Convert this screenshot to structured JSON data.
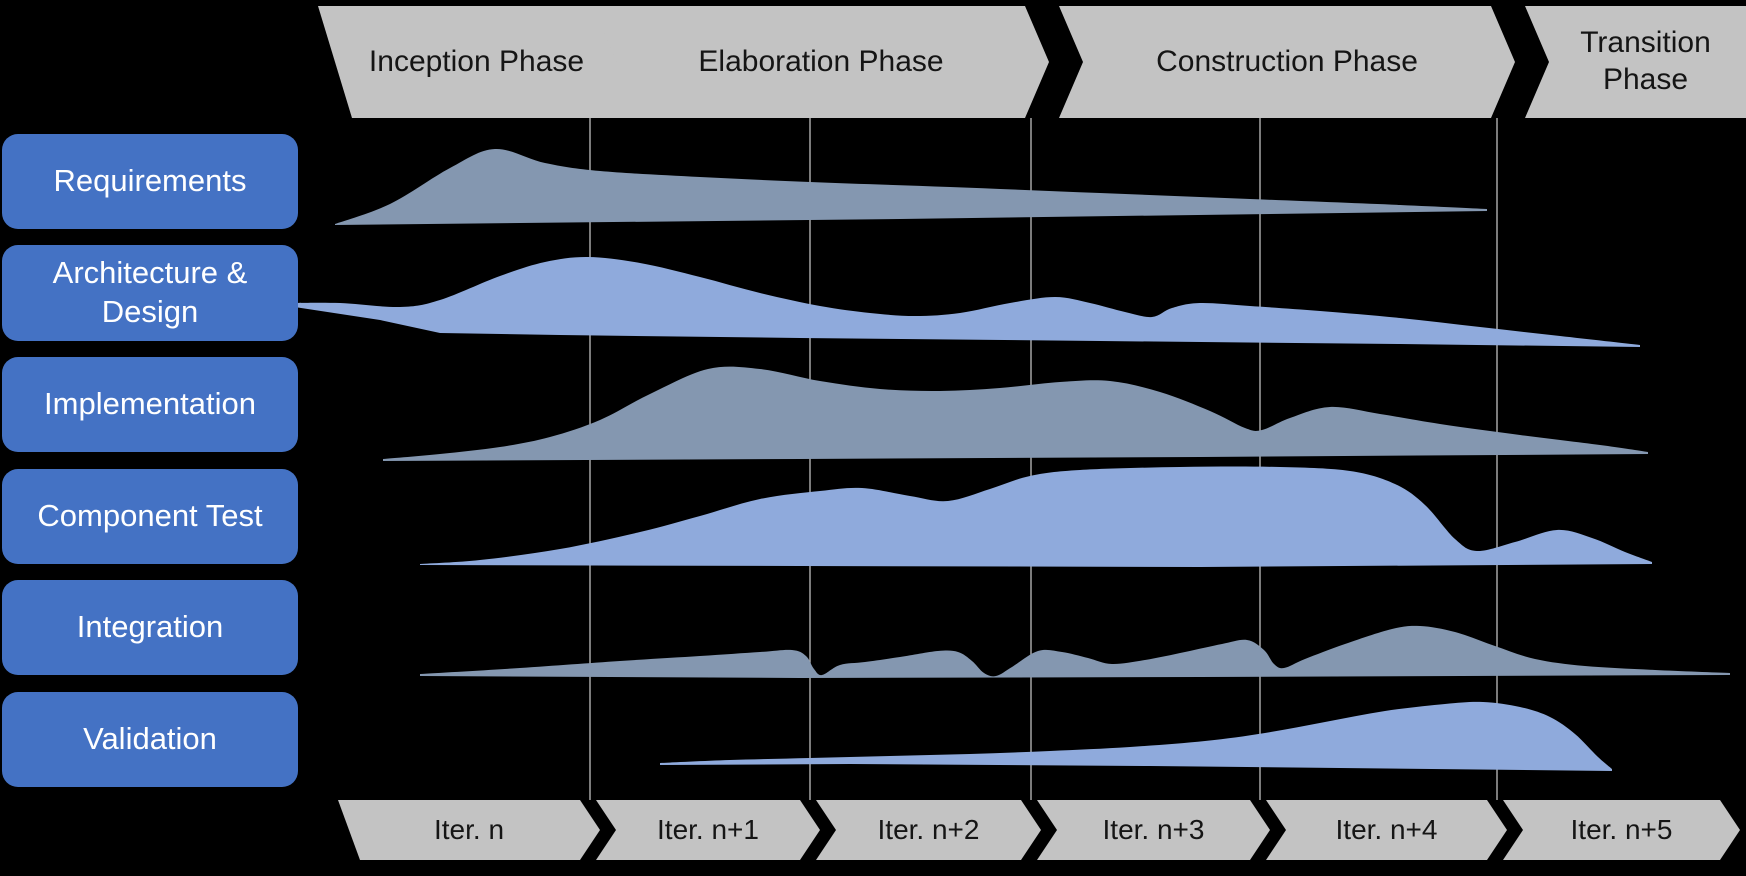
{
  "colors": {
    "background": "#000000",
    "chevron_fill": "#c3c3c3",
    "chevron_text": "#151515",
    "label_fill": "#4472c4",
    "label_text": "#ffffff",
    "hump_slate": "#8497b0",
    "hump_blue": "#8faadc",
    "gridline": "#bfbfbf"
  },
  "phases": [
    {
      "label": "Inception Phase"
    },
    {
      "label": "Elaboration Phase"
    },
    {
      "label": "Construction Phase"
    },
    {
      "label": "Transition Phase"
    }
  ],
  "iterations": [
    {
      "label": "Iter. n"
    },
    {
      "label": "Iter. n+1"
    },
    {
      "label": "Iter. n+2"
    },
    {
      "label": "Iter. n+3"
    },
    {
      "label": "Iter. n+4"
    },
    {
      "label": "Iter. n+5"
    }
  ],
  "disciplines": [
    {
      "label": "Requirements"
    },
    {
      "label": "Architecture & Design"
    },
    {
      "label": "Implementation"
    },
    {
      "label": "Component Test"
    },
    {
      "label": "Integration"
    },
    {
      "label": "Validation"
    }
  ],
  "timeline": {
    "gridlines_x": [
      590,
      810,
      1031,
      1260,
      1497
    ]
  },
  "chart_data": {
    "type": "area",
    "title": "Process discipline effort humps across phases and iterations",
    "series": [
      {
        "name": "Requirements",
        "color": "slate",
        "profile": [
          [
            335,
            224
          ],
          [
            390,
            204
          ],
          [
            450,
            168
          ],
          [
            495,
            149
          ],
          [
            545,
            163
          ],
          [
            600,
            171
          ],
          [
            700,
            177
          ],
          [
            810,
            182
          ],
          [
            950,
            187
          ],
          [
            1100,
            193
          ],
          [
            1250,
            199
          ],
          [
            1400,
            205
          ],
          [
            1487,
            209
          ]
        ],
        "baseline": [
          [
            1487,
            211
          ],
          [
            900,
            219
          ],
          [
            335,
            225
          ]
        ]
      },
      {
        "name": "Architecture & Design",
        "color": "blue",
        "profile": [
          [
            288,
            303
          ],
          [
            340,
            303
          ],
          [
            400,
            307
          ],
          [
            440,
            300
          ],
          [
            500,
            276
          ],
          [
            545,
            262
          ],
          [
            588,
            257
          ],
          [
            640,
            263
          ],
          [
            700,
            277
          ],
          [
            760,
            293
          ],
          [
            820,
            306
          ],
          [
            870,
            313
          ],
          [
            915,
            316
          ],
          [
            960,
            313
          ],
          [
            1010,
            303
          ],
          [
            1055,
            297
          ],
          [
            1090,
            303
          ],
          [
            1125,
            312
          ],
          [
            1152,
            317
          ],
          [
            1172,
            308
          ],
          [
            1200,
            303
          ],
          [
            1250,
            306
          ],
          [
            1320,
            311
          ],
          [
            1400,
            318
          ],
          [
            1480,
            327
          ],
          [
            1560,
            336
          ],
          [
            1640,
            345
          ]
        ],
        "baseline": [
          [
            1640,
            347
          ],
          [
            1400,
            344
          ],
          [
            1100,
            341
          ],
          [
            800,
            338
          ],
          [
            560,
            335
          ],
          [
            440,
            333
          ],
          [
            380,
            320
          ],
          [
            288,
            306
          ]
        ]
      },
      {
        "name": "Implementation",
        "color": "slate",
        "profile": [
          [
            383,
            459
          ],
          [
            440,
            454
          ],
          [
            500,
            447
          ],
          [
            550,
            437
          ],
          [
            600,
            420
          ],
          [
            650,
            394
          ],
          [
            708,
            369
          ],
          [
            760,
            369
          ],
          [
            820,
            381
          ],
          [
            880,
            389
          ],
          [
            940,
            391
          ],
          [
            1000,
            388
          ],
          [
            1060,
            382
          ],
          [
            1110,
            381
          ],
          [
            1160,
            392
          ],
          [
            1210,
            411
          ],
          [
            1245,
            428
          ],
          [
            1262,
            430
          ],
          [
            1290,
            418
          ],
          [
            1330,
            407
          ],
          [
            1380,
            414
          ],
          [
            1440,
            424
          ],
          [
            1520,
            435
          ],
          [
            1600,
            445
          ],
          [
            1648,
            452
          ]
        ],
        "baseline": [
          [
            1648,
            454
          ],
          [
            1200,
            457
          ],
          [
            800,
            459
          ],
          [
            383,
            461
          ]
        ]
      },
      {
        "name": "Component Test",
        "color": "blue",
        "profile": [
          [
            420,
            564
          ],
          [
            480,
            560
          ],
          [
            560,
            549
          ],
          [
            640,
            532
          ],
          [
            700,
            516
          ],
          [
            760,
            499
          ],
          [
            820,
            491
          ],
          [
            862,
            488
          ],
          [
            910,
            496
          ],
          [
            948,
            501
          ],
          [
            990,
            489
          ],
          [
            1030,
            476
          ],
          [
            1080,
            470
          ],
          [
            1180,
            467
          ],
          [
            1280,
            467
          ],
          [
            1350,
            471
          ],
          [
            1395,
            484
          ],
          [
            1425,
            505
          ],
          [
            1455,
            539
          ],
          [
            1477,
            551
          ],
          [
            1515,
            542
          ],
          [
            1557,
            530
          ],
          [
            1592,
            538
          ],
          [
            1625,
            552
          ],
          [
            1652,
            562
          ]
        ],
        "baseline": [
          [
            1652,
            564
          ],
          [
            1200,
            567
          ],
          [
            800,
            566
          ],
          [
            420,
            565
          ]
        ]
      },
      {
        "name": "Integration",
        "color": "slate",
        "profile": [
          [
            420,
            674
          ],
          [
            520,
            668
          ],
          [
            620,
            661
          ],
          [
            700,
            656
          ],
          [
            760,
            652
          ],
          [
            792,
            650
          ],
          [
            806,
            656
          ],
          [
            814,
            669
          ],
          [
            822,
            675
          ],
          [
            840,
            665
          ],
          [
            865,
            662
          ],
          [
            900,
            657
          ],
          [
            938,
            651
          ],
          [
            958,
            652
          ],
          [
            972,
            661
          ],
          [
            984,
            673
          ],
          [
            996,
            676
          ],
          [
            1012,
            667
          ],
          [
            1038,
            651
          ],
          [
            1062,
            652
          ],
          [
            1088,
            658
          ],
          [
            1112,
            664
          ],
          [
            1145,
            660
          ],
          [
            1185,
            652
          ],
          [
            1222,
            644
          ],
          [
            1247,
            640
          ],
          [
            1264,
            650
          ],
          [
            1274,
            664
          ],
          [
            1284,
            668
          ],
          [
            1305,
            659
          ],
          [
            1345,
            644
          ],
          [
            1392,
            629
          ],
          [
            1420,
            626
          ],
          [
            1455,
            632
          ],
          [
            1495,
            646
          ],
          [
            1535,
            659
          ],
          [
            1585,
            666
          ],
          [
            1655,
            670
          ],
          [
            1730,
            673
          ]
        ],
        "baseline": [
          [
            1730,
            675
          ],
          [
            1200,
            677
          ],
          [
            800,
            678
          ],
          [
            420,
            676
          ]
        ]
      },
      {
        "name": "Validation",
        "color": "blue",
        "profile": [
          [
            660,
            763
          ],
          [
            730,
            760
          ],
          [
            810,
            758
          ],
          [
            890,
            756
          ],
          [
            970,
            754
          ],
          [
            1050,
            751
          ],
          [
            1130,
            747
          ],
          [
            1205,
            741
          ],
          [
            1265,
            733
          ],
          [
            1325,
            722
          ],
          [
            1385,
            711
          ],
          [
            1445,
            704
          ],
          [
            1483,
            702
          ],
          [
            1520,
            707
          ],
          [
            1550,
            717
          ],
          [
            1575,
            734
          ],
          [
            1598,
            757
          ],
          [
            1612,
            769
          ]
        ],
        "baseline": [
          [
            1612,
            771
          ],
          [
            1150,
            766
          ],
          [
            850,
            764
          ],
          [
            660,
            765
          ]
        ]
      }
    ]
  }
}
